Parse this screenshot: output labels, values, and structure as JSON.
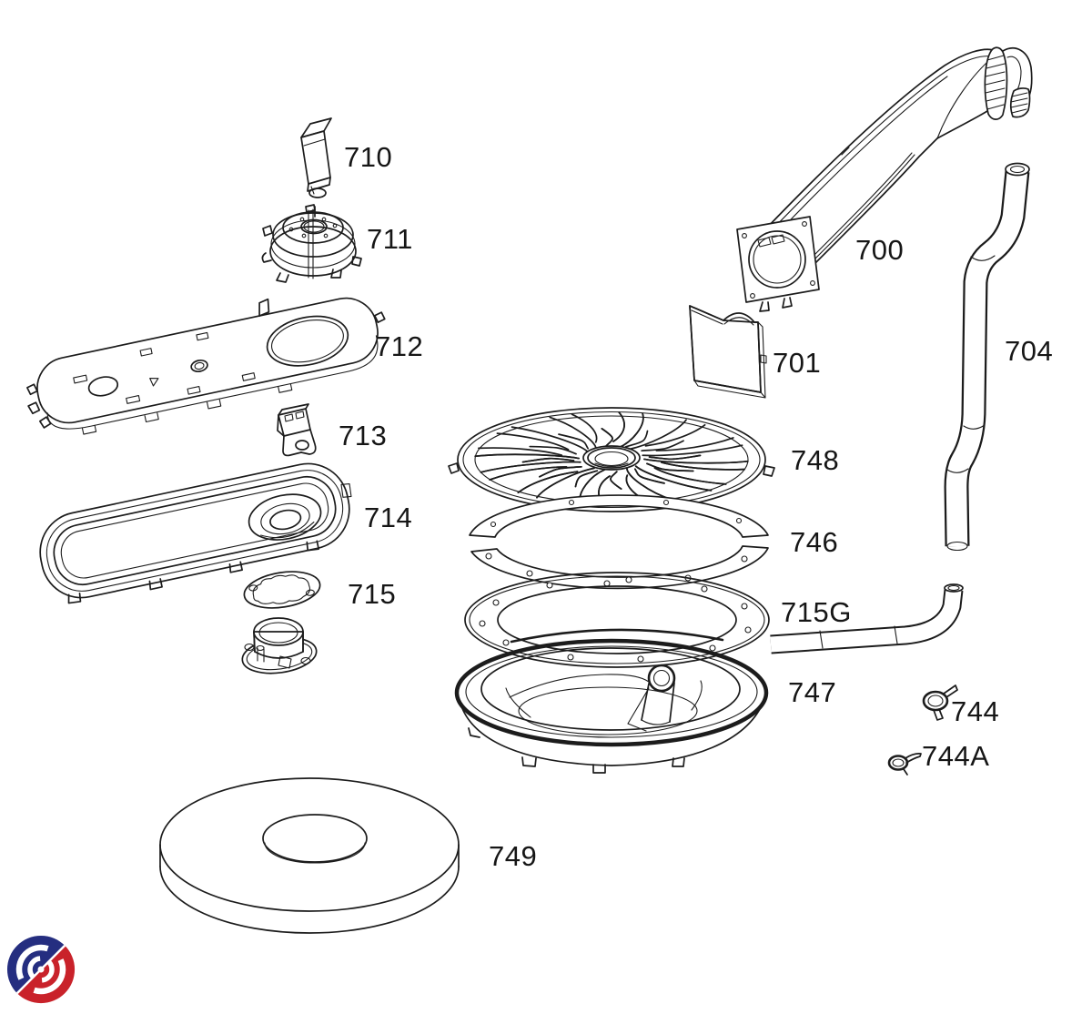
{
  "diagram": {
    "type": "exploded-parts-diagram",
    "background": "#ffffff",
    "line_color": "#1c1c1c"
  },
  "parts": [
    {
      "ref": "710",
      "label": "710"
    },
    {
      "ref": "711",
      "label": "711"
    },
    {
      "ref": "712",
      "label": "712"
    },
    {
      "ref": "713",
      "label": "713"
    },
    {
      "ref": "714",
      "label": "714"
    },
    {
      "ref": "715",
      "label": "715"
    },
    {
      "ref": "700",
      "label": "700"
    },
    {
      "ref": "701",
      "label": "701"
    },
    {
      "ref": "704",
      "label": "704"
    },
    {
      "ref": "748",
      "label": "748"
    },
    {
      "ref": "746",
      "label": "746"
    },
    {
      "ref": "715G",
      "label": "715G"
    },
    {
      "ref": "747",
      "label": "747"
    },
    {
      "ref": "744",
      "label": "744"
    },
    {
      "ref": "744A",
      "label": "744A"
    },
    {
      "ref": "749",
      "label": "749"
    }
  ],
  "colors": {
    "background": "#ffffff",
    "line": "#1c1c1c",
    "logo_blue": "#252e80",
    "logo_red": "#c9222a"
  }
}
